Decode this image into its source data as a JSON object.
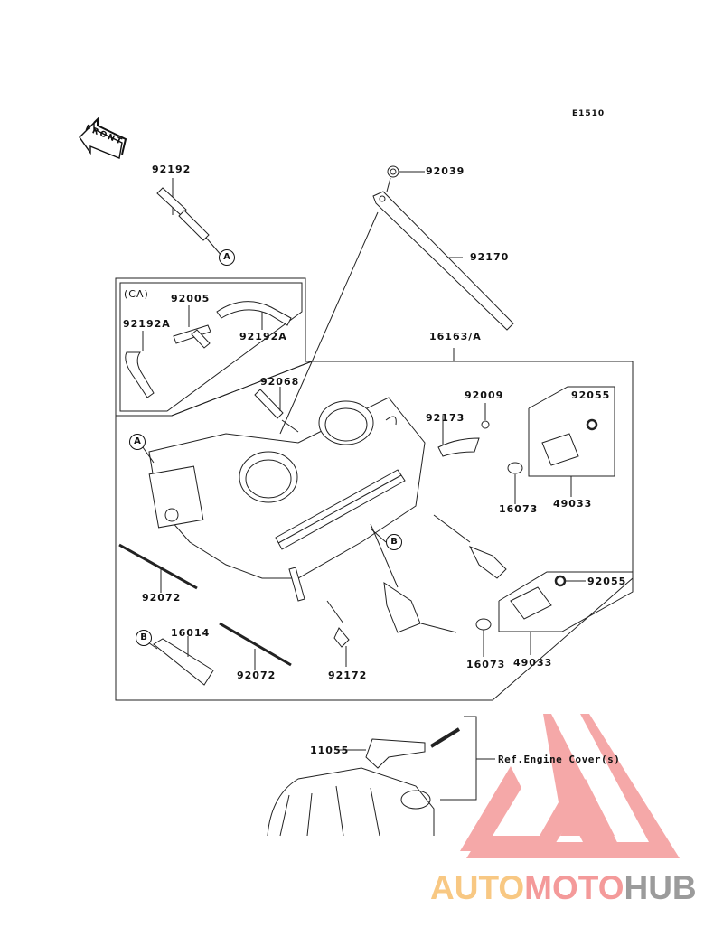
{
  "diagram": {
    "code": "E1510",
    "front_label": "FRONT",
    "variant_label": "(CA)",
    "reference_text": "Ref.Engine Cover(s)",
    "callouts": [
      "A",
      "B"
    ],
    "parts": [
      {
        "number": "92192",
        "name": "hose"
      },
      {
        "number": "92039",
        "name": "fastener"
      },
      {
        "number": "92170",
        "name": "strap"
      },
      {
        "number": "92005",
        "name": "t-joint"
      },
      {
        "number": "92192A",
        "name": "hose-left"
      },
      {
        "number": "92192A",
        "name": "hose-right"
      },
      {
        "number": "16163/A",
        "name": "throttle-body-assembly"
      },
      {
        "number": "92068",
        "name": "cap"
      },
      {
        "number": "92009",
        "name": "screw"
      },
      {
        "number": "92173",
        "name": "clamp"
      },
      {
        "number": "92055",
        "name": "o-ring-upper"
      },
      {
        "number": "16073",
        "name": "seal-upper"
      },
      {
        "number": "49033",
        "name": "injector-upper"
      },
      {
        "number": "92055",
        "name": "o-ring-lower"
      },
      {
        "number": "16073",
        "name": "seal-lower"
      },
      {
        "number": "49033",
        "name": "injector-lower"
      },
      {
        "number": "92072",
        "name": "tie-upper"
      },
      {
        "number": "16014",
        "name": "screw-kit"
      },
      {
        "number": "92072",
        "name": "tie-lower"
      },
      {
        "number": "92172",
        "name": "bolt"
      },
      {
        "number": "11055",
        "name": "bracket"
      }
    ]
  },
  "watermark": {
    "part1": "AUTO",
    "part2": "MOTO",
    "part3": "HUB",
    "colors": {
      "auto": "#f8c883",
      "moto": "#f49a9a",
      "hub": "#9b9b9b",
      "logo": "#f49a9a"
    }
  }
}
